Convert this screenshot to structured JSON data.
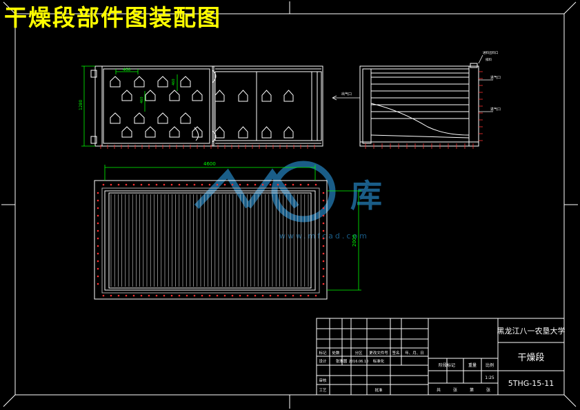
{
  "title": "干燥段部件图装配图",
  "dimensions": {
    "width_top": "460",
    "height_left": "1280",
    "pitch_h": "460",
    "pitch_v": "460",
    "bottom_width": "4600",
    "bottom_height": "2000"
  },
  "callouts": {
    "outlet_left": "出气口",
    "top_right": "进料出料口",
    "top_right_sub": "排料",
    "inlet_upper": "进气口",
    "inlet_lower": "进气口"
  },
  "watermark": {
    "text": "库",
    "url": "www.mfcad.com"
  },
  "title_block": {
    "institution": "黑龙江八一农垦大学",
    "drawing_name": "干燥段",
    "drawing_number": "5THG-15-11",
    "scale": "1:25",
    "headers": [
      "标记",
      "处数",
      "分区",
      "更改文件号",
      "签名",
      "年、月、日"
    ],
    "row_design": [
      "设计",
      "张雅圆",
      "2016.06.10",
      "标准化"
    ],
    "review": "审核",
    "process": "工艺",
    "approve": "批准",
    "stage_headers": [
      "阶段标记",
      "重量",
      "比例"
    ],
    "sheets": [
      "共",
      "张",
      "第",
      "张"
    ]
  },
  "colors": {
    "line": "#ffffff",
    "dim": "#00ff00",
    "accent": "#ff3030",
    "title": "#ffff00",
    "watermark": "#1f6ea0"
  }
}
